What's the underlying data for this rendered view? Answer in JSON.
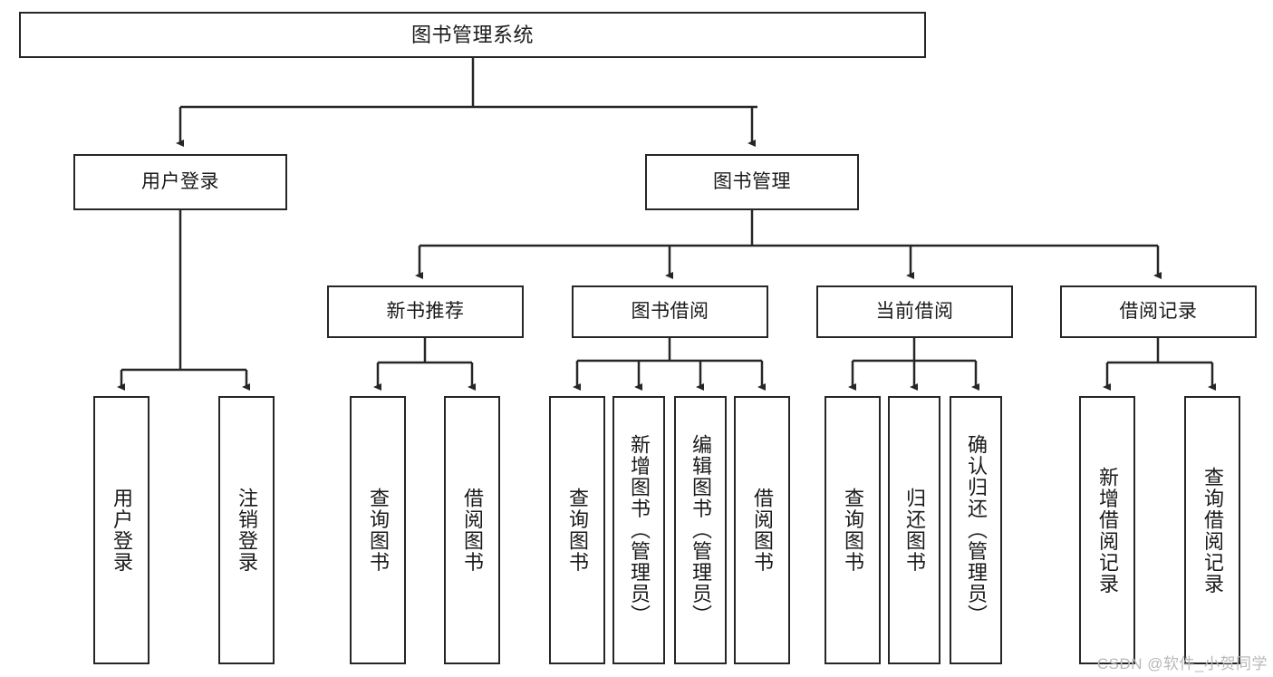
{
  "diagram": {
    "title": "图书管理系统",
    "type": "hierarchy-tree",
    "colors": {
      "box_border": "#262626",
      "box_fill": "#ffffff",
      "connector": "#262626",
      "text": "#1a1a1a",
      "watermark": "#b9b9b9"
    },
    "root": {
      "label": "图书管理系统"
    },
    "level2": [
      {
        "label": "用户登录"
      },
      {
        "label": "图书管理"
      }
    ],
    "level3": [
      {
        "label": "新书推荐"
      },
      {
        "label": "图书借阅"
      },
      {
        "label": "当前借阅"
      },
      {
        "label": "借阅记录"
      }
    ],
    "leaves": {
      "user_login": [
        {
          "label": "用户登录"
        },
        {
          "label": "注销登录"
        }
      ],
      "new_book_recommend": [
        {
          "label": "查询图书"
        },
        {
          "label": "借阅图书"
        }
      ],
      "book_borrow": [
        {
          "label": "查询图书"
        },
        {
          "label": "新增图书（管理员）"
        },
        {
          "label": "编辑图书（管理员）"
        },
        {
          "label": "借阅图书"
        }
      ],
      "current_borrow": [
        {
          "label": "查询图书"
        },
        {
          "label": "归还图书"
        },
        {
          "label": "确认归还（管理员）"
        }
      ],
      "borrow_record": [
        {
          "label": "新增借阅记录"
        },
        {
          "label": "查询借阅记录"
        }
      ]
    },
    "watermark": "CSDN @软件_小贺同学"
  }
}
